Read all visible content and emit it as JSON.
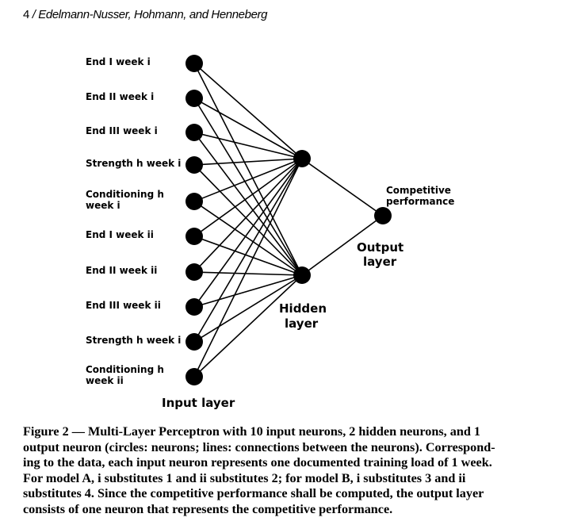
{
  "header": {
    "page_number": "4",
    "separator": "/",
    "authors": "Edelmann-Nusser, Hohmann, and Henneberg"
  },
  "diagram": {
    "input_neurons": [
      [
        "End I week i"
      ],
      [
        "End II week i"
      ],
      [
        "End III week i"
      ],
      [
        "Strength h week i"
      ],
      [
        "Conditioning h",
        "week i"
      ],
      [
        "End I week ii"
      ],
      [
        "End II week ii"
      ],
      [
        "End III week ii"
      ],
      [
        "Strength h week i"
      ],
      [
        "Conditioning h",
        "week ii"
      ]
    ],
    "input_layer_label": "Input layer",
    "hidden_layer_label": [
      "Hidden",
      "layer"
    ],
    "output_layer_label": [
      "Output",
      "layer"
    ],
    "output_neuron_label": [
      "Competitive",
      "performance"
    ]
  },
  "caption": {
    "lines": [
      "Figure 2 — Multi-Layer Perceptron with 10 input neurons, 2 hidden neurons, and 1",
      "output neuron (circles: neurons; lines: connections between the neurons). Correspond-",
      "ing to the data, each input neuron represents one documented training load of 1 week.",
      "For model A, i substitutes 1 and ii substitutes 2; for model B, i substitutes 3 and ii",
      "substitutes 4. Since the competitive performance shall be computed, the output layer",
      "consists of one neuron that represents the competitive performance."
    ]
  }
}
